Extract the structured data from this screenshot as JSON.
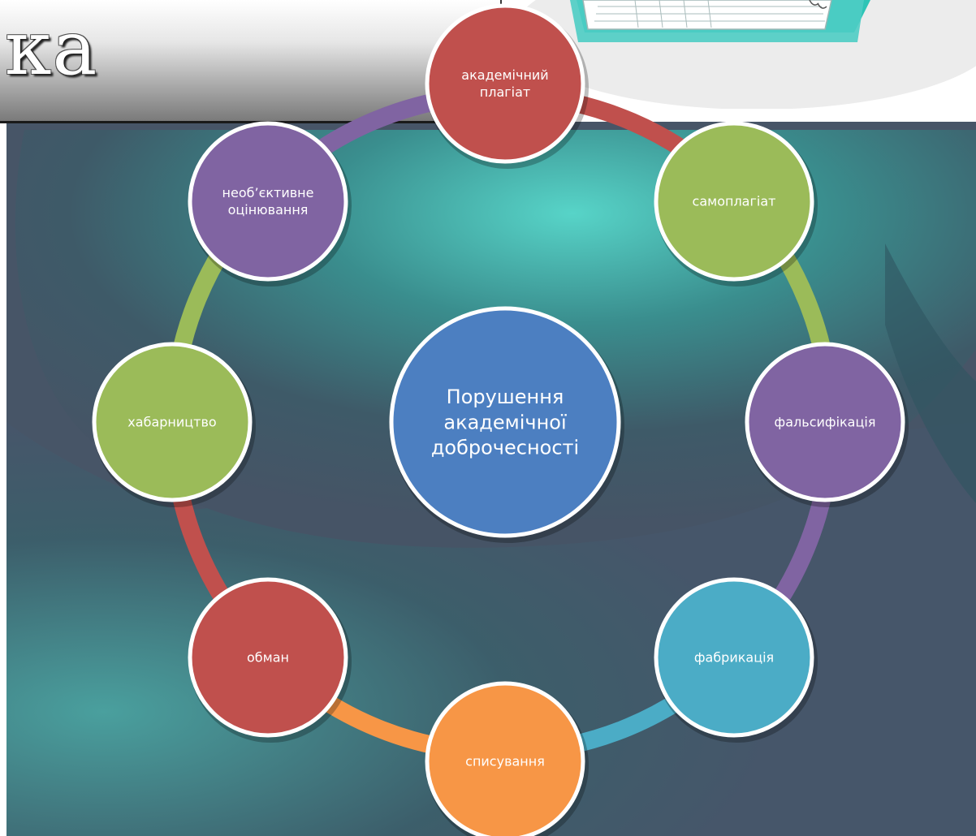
{
  "title": {
    "text": "ка"
  },
  "diagram": {
    "center": {
      "lines": [
        "Порушення",
        "академічної",
        "доброчесності"
      ],
      "color": "#4c7fc1"
    },
    "nodes": [
      {
        "lines": [
          "академічний",
          "плагіат"
        ],
        "color": "#c0504d"
      },
      {
        "lines": [
          "самоплагіат"
        ],
        "color": "#9bbb59"
      },
      {
        "lines": [
          "фальсифікація"
        ],
        "color": "#8064a2"
      },
      {
        "lines": [
          "фабрикація"
        ],
        "color": "#4bacc6"
      },
      {
        "lines": [
          "списування"
        ],
        "color": "#f79646"
      },
      {
        "lines": [
          "обман"
        ],
        "color": "#c0504d"
      },
      {
        "lines": [
          "хабарництво"
        ],
        "color": "#9bbb59"
      },
      {
        "lines": [
          "необ’єктивне",
          "оцінювання"
        ],
        "color": "#8064a2"
      }
    ],
    "ring_colors": [
      "#c0504d",
      "#9bbb59",
      "#8064a2",
      "#4bacc6",
      "#f79646",
      "#c0504d",
      "#9bbb59",
      "#8064a2"
    ]
  },
  "illustration": {
    "icon": "notebook-icon",
    "accent": "#4ecdc4"
  }
}
